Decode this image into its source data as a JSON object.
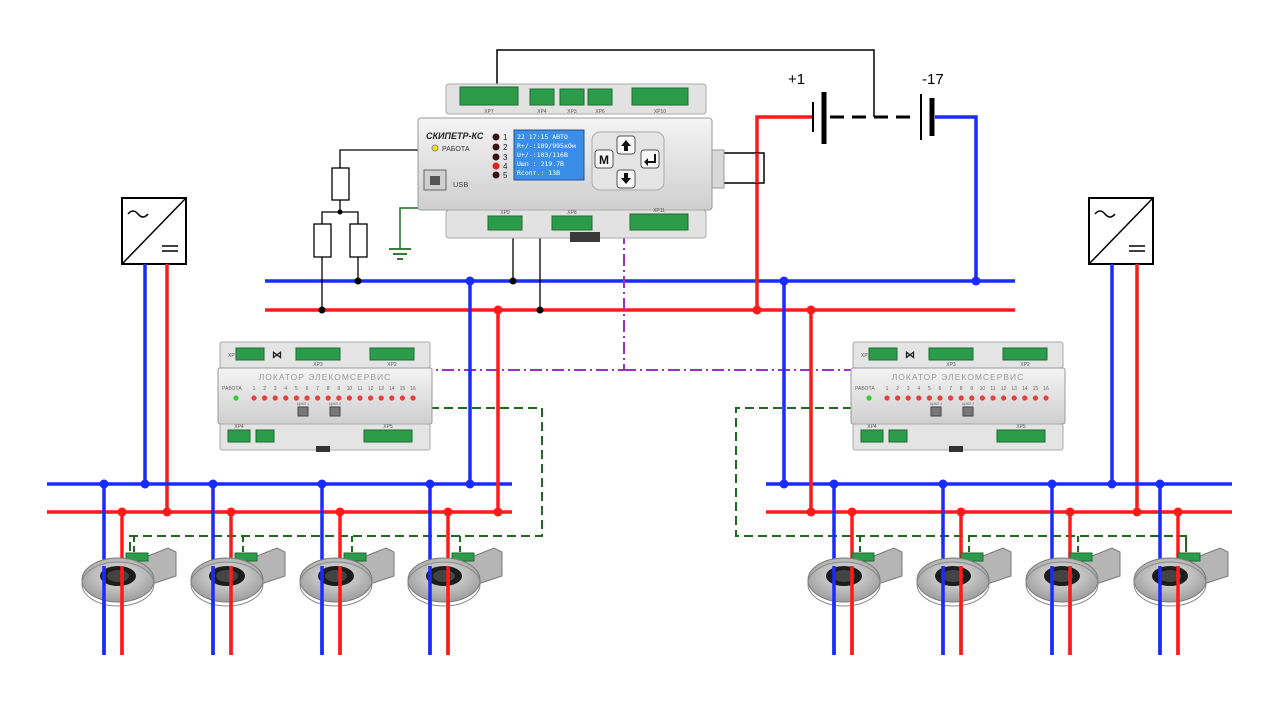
{
  "colors": {
    "positive_bus": "#ff1a1a",
    "negative_bus": "#1a2bff",
    "sensor_link": "#1e6b1e",
    "locator_link": "#9b30c8",
    "ground": "#1e6b1e",
    "lcd_bg": "#3a8ee8"
  },
  "battery": {
    "plus_label": "+1",
    "minus_label": "-17"
  },
  "controller": {
    "brand": "СКИПЕТР-КС",
    "status_label": "РАБОТА",
    "usb_label": "USB",
    "led_numbers": [
      "1",
      "2",
      "3",
      "4",
      "5"
    ],
    "lcd_lines": [
      "22 17:15 АВТО",
      "R+/-:109/995кОм",
      "U+/-:103/116В",
      "Uшп : 219.7В",
      "Rсопт.: 13В"
    ],
    "menu_key": "M",
    "connector_top": [
      "XP7",
      "XP4",
      "XP3",
      "XP6",
      "XP10"
    ],
    "connector_bottom": [
      "XP9",
      "XP8",
      "XP11"
    ]
  },
  "locators": {
    "title": "ЛОКАТОР ЭЛЕКОМСЕРВИС",
    "status_label": "РАБОТА",
    "channel_numbers": [
      "1",
      "2",
      "3",
      "4",
      "5",
      "6",
      "7",
      "8",
      "9",
      "10",
      "11",
      "12",
      "13",
      "14",
      "15",
      "16"
    ],
    "button_labels": [
      "ЦИКЛ 1",
      "ЦИКЛ 2"
    ],
    "connector_top": [
      "XP1",
      "XP3",
      "XP2"
    ],
    "connector_bottom": [
      "XP4",
      "XP5"
    ]
  },
  "rectifier_icon": "ac-dc-converter-icon",
  "current_sensor_icon": "current-transformer-icon"
}
